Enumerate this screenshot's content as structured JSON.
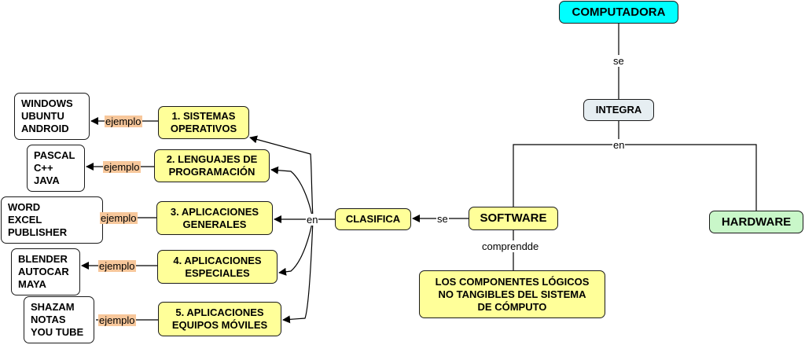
{
  "nodes": {
    "computadora": "COMPUTADORA",
    "integra": "INTEGRA",
    "software": "SOFTWARE",
    "hardware": "HARDWARE",
    "clasifica": "CLASIFICA",
    "componentes": "LOS COMPONENTES LÓGICOS\nNO TANGIBLES DEL SISTEMA\nDE CÓMPUTO",
    "cat1": "1. SISTEMAS\nOPERATIVOS",
    "cat2": "2. LENGUAJES DE\nPROGRAMACIÓN",
    "cat3": "3. APLICACIONES\nGENERALES",
    "cat4": "4. APLICACIONES\nESPECIALES",
    "cat5": "5. APLICACIONES\nEQUIPOS MÓVILES",
    "ex1": "WINDOWS\nUBUNTU\nANDROID",
    "ex2": "PASCAL\nC++\nJAVA",
    "ex3": "WORD\nEXCEL\nPUBLISHER",
    "ex4": "BLENDER\nAUTOCAR\nMAYA",
    "ex5": "SHAZAM\nNOTAS\nYOU TUBE"
  },
  "links": {
    "se_top": "se",
    "en_mid": "en",
    "se_left": "se",
    "comprende": "comprendde",
    "en_left": "en",
    "ejemplo": "ejemplo"
  }
}
